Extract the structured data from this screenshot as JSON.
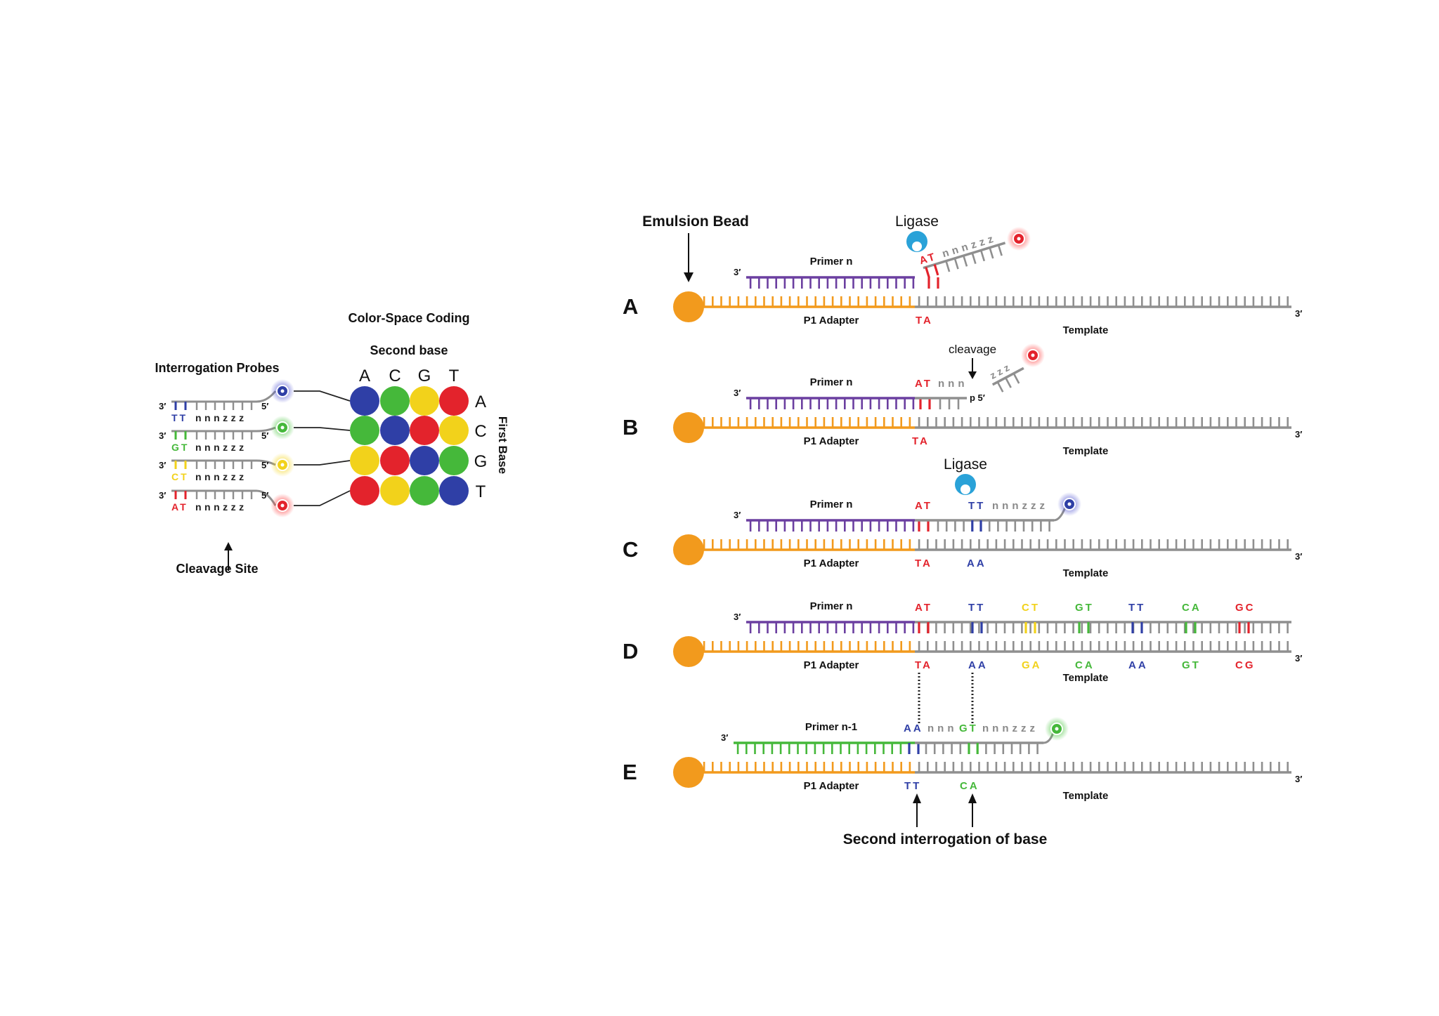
{
  "colors": {
    "blue": "#2f3fa6",
    "green": "#45b83a",
    "yellow": "#f2d21b",
    "red": "#e3232c",
    "orange": "#f29a1d",
    "purple": "#6b3fa0",
    "gray": "#8f8f8f",
    "ligase": "#2aa2d8"
  },
  "coding": {
    "title": "Color-Space Coding",
    "second_base_label": "Second base",
    "first_base_label": "First Base",
    "bases": [
      "A",
      "C",
      "G",
      "T"
    ],
    "matrix": [
      [
        "blue",
        "green",
        "yellow",
        "red"
      ],
      [
        "green",
        "blue",
        "red",
        "yellow"
      ],
      [
        "yellow",
        "red",
        "blue",
        "green"
      ],
      [
        "red",
        "yellow",
        "green",
        "blue"
      ]
    ]
  },
  "probes": {
    "title": "Interrogation Probes",
    "cleavage_label": "Cleavage Site",
    "items": [
      {
        "dinuc": "TT",
        "tail": "nnnzzz",
        "color": "blue",
        "three": "3′",
        "five": "5′"
      },
      {
        "dinuc": "GT",
        "tail": "nnnzzz",
        "color": "green",
        "three": "3′",
        "five": "5′"
      },
      {
        "dinuc": "CT",
        "tail": "nnnzzz",
        "color": "yellow",
        "three": "3′",
        "five": "5′"
      },
      {
        "dinuc": "AT",
        "tail": "nnnzzz",
        "color": "red",
        "three": "3′",
        "five": "5′"
      }
    ]
  },
  "steps": {
    "emulsion_bead": "Emulsion Bead",
    "ligase": "Ligase",
    "cleavage": "cleavage",
    "second_interrogation": "Second interrogation of base",
    "A": {
      "letter": "A",
      "primer": "Primer n",
      "adapter": "P1 Adapter",
      "template": "Template",
      "three_top": "3′",
      "three_right": "3′",
      "probe_dinuc": "AT",
      "probe_tail": "nnnzzz",
      "template_pair": "TA"
    },
    "B": {
      "letter": "B",
      "primer": "Primer n",
      "adapter": "P1 Adapter",
      "template": "Template",
      "three_top": "3′",
      "three_right": "3′",
      "probe_dinuc": "AT",
      "probe_tail": "nnn",
      "cleaved_tail": "zzz",
      "p5": "p 5′",
      "template_pair": "TA"
    },
    "C": {
      "letter": "C",
      "primer": "Primer n",
      "adapter": "P1 Adapter",
      "template": "Template",
      "three_top": "3′",
      "three_right": "3′",
      "first_pair": "AT",
      "probe_dinuc": "TT",
      "probe_tail": "nnnzzz",
      "template_pair_1": "TA",
      "template_pair_2": "AA"
    },
    "D": {
      "letter": "D",
      "primer": "Primer n",
      "adapter": "P1 Adapter",
      "template": "Template",
      "three_top": "3′",
      "three_right": "3′",
      "top_pairs": [
        {
          "text": "AT",
          "color": "red"
        },
        {
          "text": "TT",
          "color": "blue"
        },
        {
          "text": "CT",
          "color": "yellow"
        },
        {
          "text": "GT",
          "color": "green"
        },
        {
          "text": "TT",
          "color": "blue"
        },
        {
          "text": "CA",
          "color": "green"
        },
        {
          "text": "GC",
          "color": "red"
        }
      ],
      "bottom_pairs": [
        {
          "text": "TA",
          "color": "red"
        },
        {
          "text": "AA",
          "color": "blue"
        },
        {
          "text": "GA",
          "color": "yellow"
        },
        {
          "text": "CA",
          "color": "green"
        },
        {
          "text": "AA",
          "color": "blue"
        },
        {
          "text": "GT",
          "color": "green"
        },
        {
          "text": "CG",
          "color": "red"
        }
      ]
    },
    "E": {
      "letter": "E",
      "primer": "Primer n-1",
      "adapter": "P1 Adapter",
      "template": "Template",
      "three_top": "3′",
      "three_right": "3′",
      "probe_a": "AA",
      "probe_mid": "nnn",
      "probe_b": "GT",
      "probe_tail": "nnnzzz",
      "template_pair_1": "TT",
      "template_pair_2": "CA"
    }
  }
}
